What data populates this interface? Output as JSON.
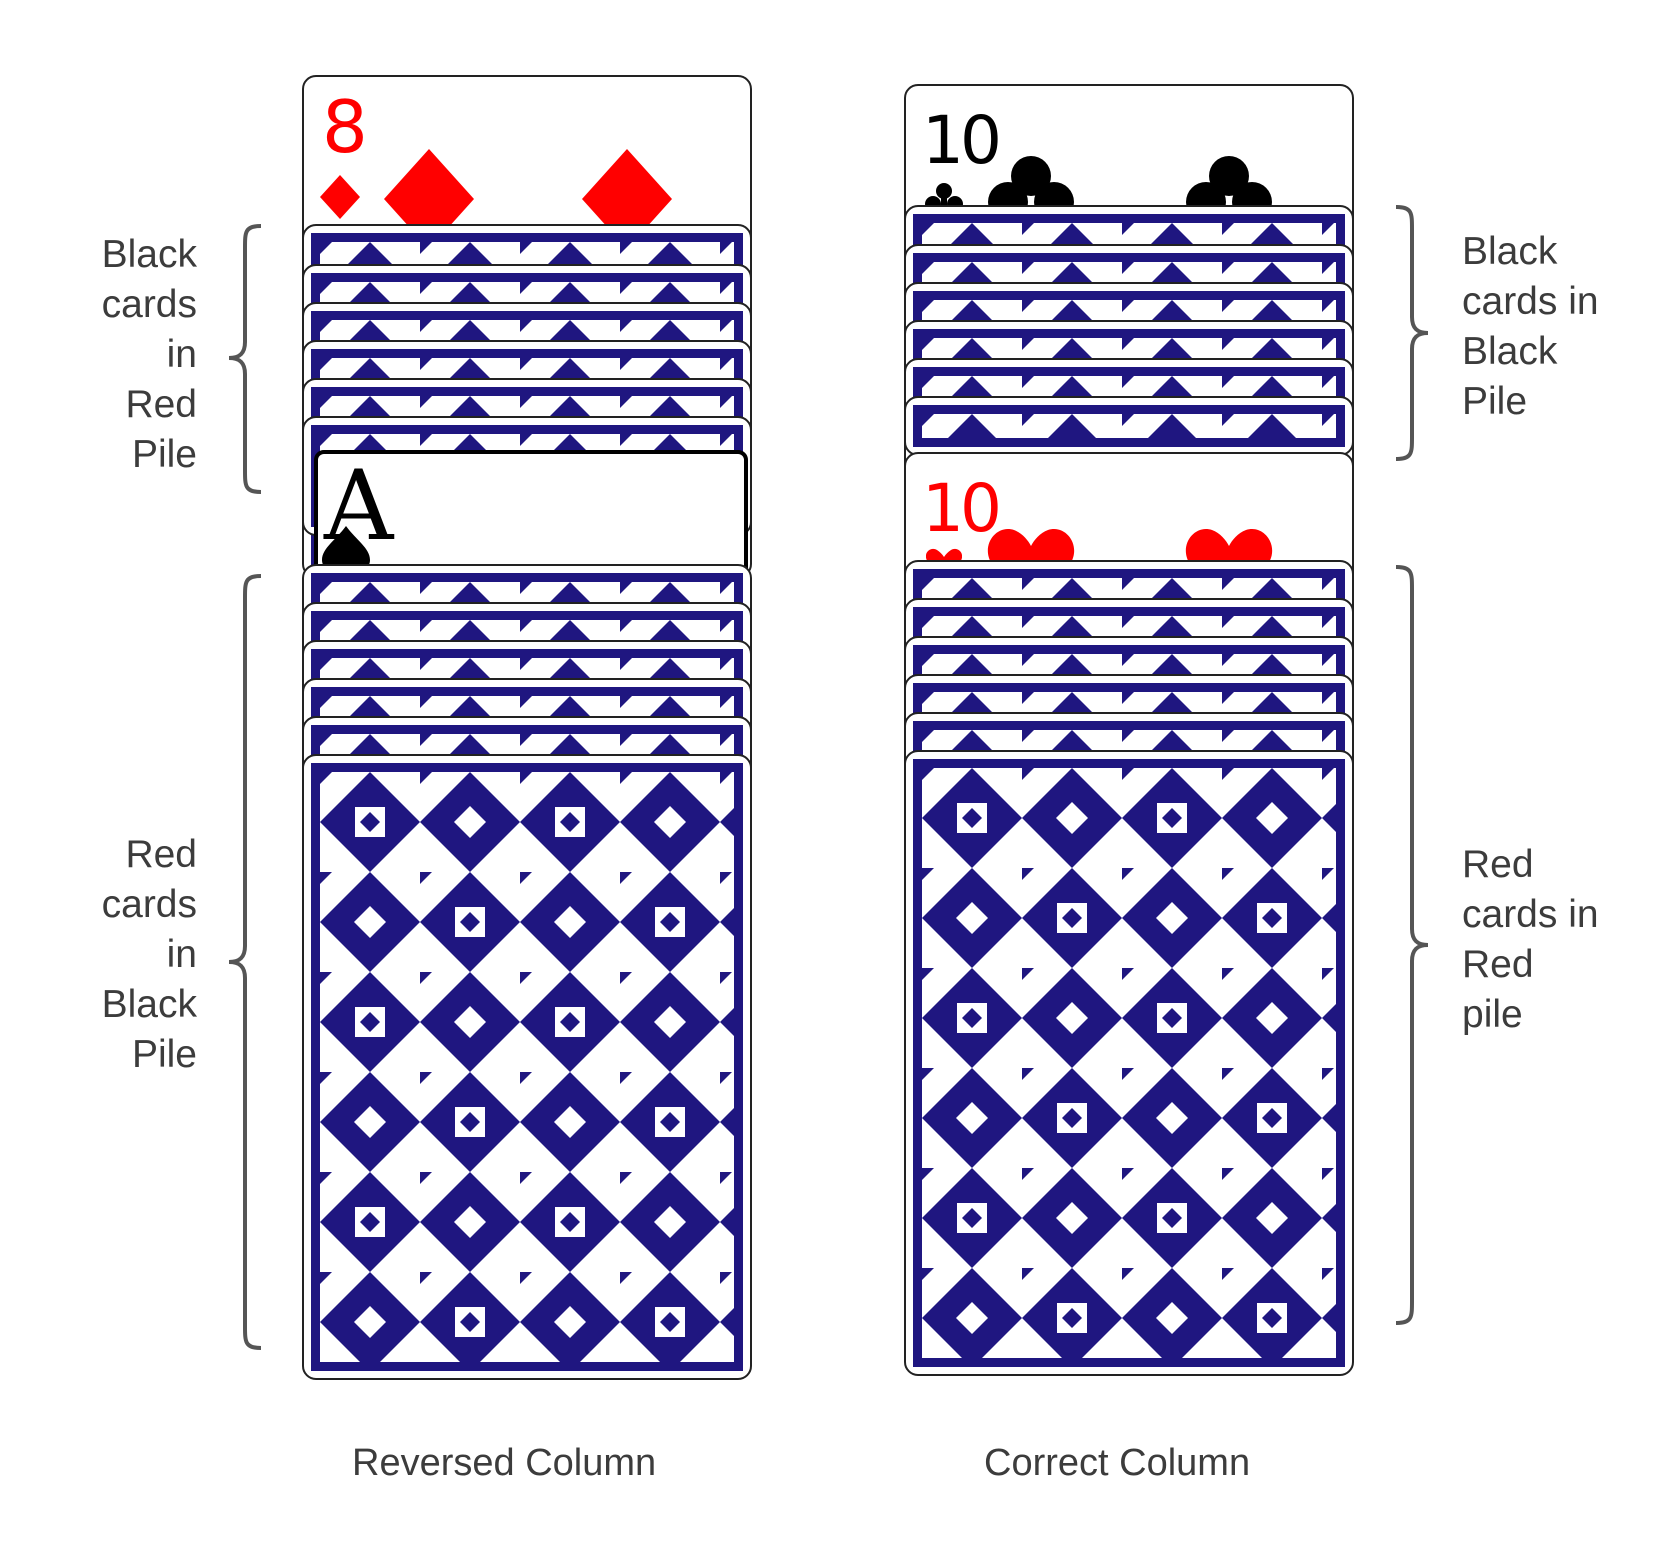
{
  "colors": {
    "card_back": "#1f1680",
    "red": "#ff0000",
    "black": "#000000",
    "label_text": "#3c3c3c",
    "brace": "#555555"
  },
  "columns": {
    "left": {
      "caption": "Reversed Column",
      "top_card": {
        "rank": "8",
        "suit": "diamond",
        "color": "red"
      },
      "middle_card": {
        "rank": "A",
        "suit": "spade",
        "color": "black"
      },
      "upper_label": [
        "Black",
        "cards",
        "in",
        "Red",
        "Pile"
      ],
      "lower_label": [
        "Red",
        "cards",
        "in",
        "Black",
        "Pile"
      ]
    },
    "right": {
      "caption": "Correct Column",
      "top_card": {
        "rank": "10",
        "suit": "club",
        "color": "black"
      },
      "middle_card": {
        "rank": "10",
        "suit": "heart",
        "color": "red"
      },
      "upper_label": [
        "Black",
        "cards in",
        "Black",
        "Pile"
      ],
      "lower_label": [
        "Red",
        "cards in",
        "Red",
        "pile"
      ]
    }
  }
}
